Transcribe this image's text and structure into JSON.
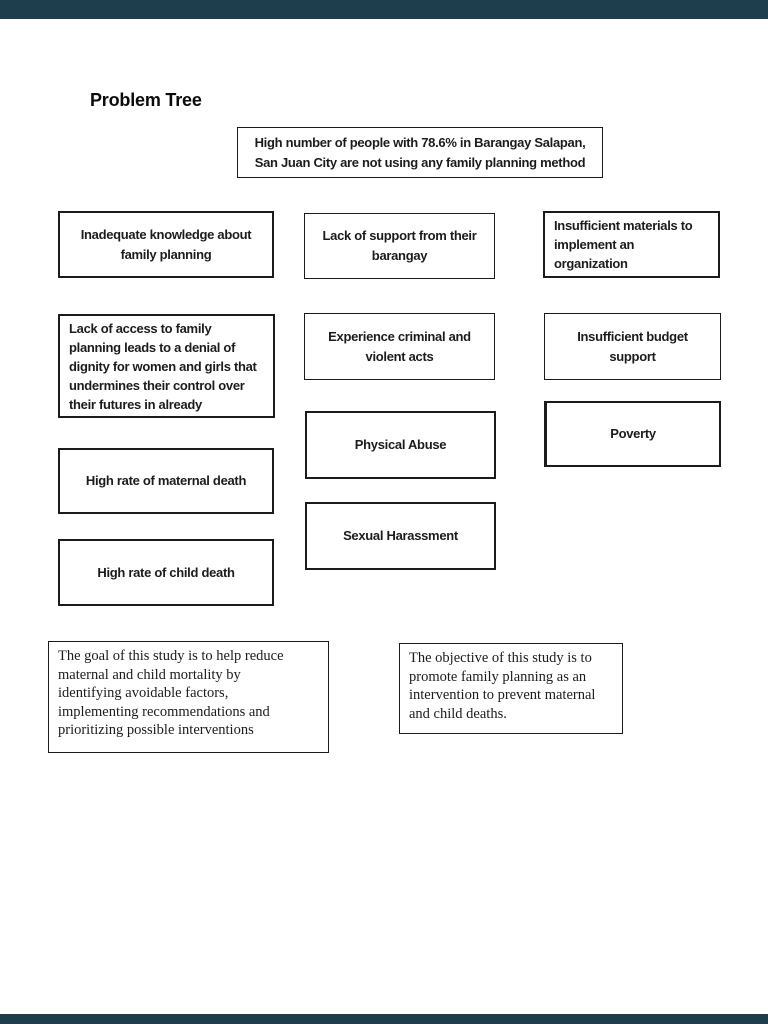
{
  "viewer": {
    "chrome_color": "#1e3d4d"
  },
  "page": {
    "title": "Problem Tree"
  },
  "diagram": {
    "boxes": {
      "problem_statement": "High number of people with 78.6% in Barangay Salapan,\nSan Juan City are not using any family planning method",
      "inadequate_knowledge": "Inadequate knowledge about\nfamily planning",
      "lack_of_support": "Lack of support from their\nbarangay",
      "insufficient_materials": "Insufficient materials to\nimplement an\norganization",
      "lack_of_access": "Lack of access to family\nplanning leads to a denial of\ndignity for women and girls that\nundermines their control over\ntheir futures in already",
      "experience_criminal": "Experience criminal and\nviolent acts",
      "insufficient_budget": "Insufficient budget\nsupport",
      "physical_abuse": "Physical Abuse",
      "poverty": "Poverty",
      "maternal_death": "High rate of maternal death",
      "sexual_harassment": "Sexual Harassment",
      "child_death": "High rate of child death",
      "goal": "The goal of this study is to help reduce\nmaternal and child mortality by\nidentifying avoidable factors,\nimplementing recommendations and\nprioritizing possible interventions",
      "objective": "The objective of this study is to\npromote family planning as an\nintervention to prevent maternal\nand child deaths."
    }
  }
}
